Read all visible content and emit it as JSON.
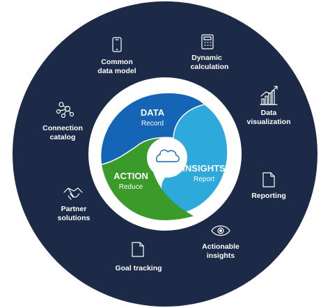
{
  "colors": {
    "outer_ring": "#1c2a47",
    "white_ring": "#ffffff",
    "data_segment": "#1565b7",
    "insights_segment": "#2ea9dc",
    "action_segment": "#3a9a2a",
    "cloud": "#ffffff"
  },
  "segments": {
    "data": {
      "title": "DATA",
      "subtitle": "Record"
    },
    "insights": {
      "title": "INSIGHTS",
      "subtitle": "Report"
    },
    "action": {
      "title": "ACTION",
      "subtitle": "Reduce"
    }
  },
  "center": {
    "icon": "cloud-icon"
  },
  "features": {
    "common_data_model": {
      "line1": "Common",
      "line2": "data model",
      "icon": "phone-icon"
    },
    "dynamic_calculation": {
      "line1": "Dynamic",
      "line2": "calculation",
      "icon": "calculator-icon"
    },
    "data_visualization": {
      "line1": "Data",
      "line2": "visualization",
      "icon": "bar-chart-icon"
    },
    "reporting": {
      "line1": "Reporting",
      "icon": "document-icon"
    },
    "actionable_insights": {
      "line1": "Actionable",
      "line2": "insights",
      "icon": "eye-icon"
    },
    "goal_tracking": {
      "line1": "Goal tracking",
      "icon": "document-icon"
    },
    "partner_solutions": {
      "line1": "Partner",
      "line2": "solutions",
      "icon": "handshake-icon"
    },
    "connection_catalog": {
      "line1": "Connection",
      "line2": "catalog",
      "icon": "network-icon"
    }
  }
}
